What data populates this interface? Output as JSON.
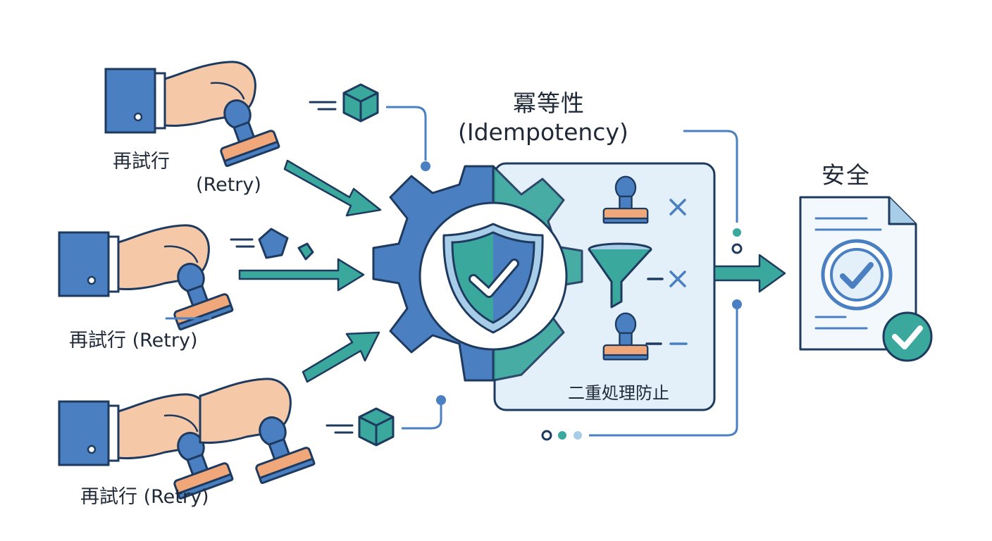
{
  "retry_labels": [
    {
      "jp": "再試行",
      "en": "(Retry)"
    },
    {
      "jp": "再試行",
      "en": "(Retry)"
    },
    {
      "jp": "再試行",
      "en": "(Retry)"
    }
  ],
  "title": {
    "jp": "冪等性",
    "en": "(Idempotency)"
  },
  "filter_label": "二重処理防止",
  "safe_label": "安全",
  "colors": {
    "navy": "#1e3a5f",
    "blue": "#4a7fc1",
    "teal": "#3aa89d",
    "skin": "#f5c9a8",
    "stamp_pad": "#f0a77a",
    "panel": "#e3f0fa",
    "doc": "#f3f8fd"
  },
  "icons": [
    "hand-stamp-icon",
    "cube-icon",
    "gear-icon",
    "shield-check-icon",
    "funnel-icon",
    "document-icon",
    "check-badge-icon"
  ]
}
